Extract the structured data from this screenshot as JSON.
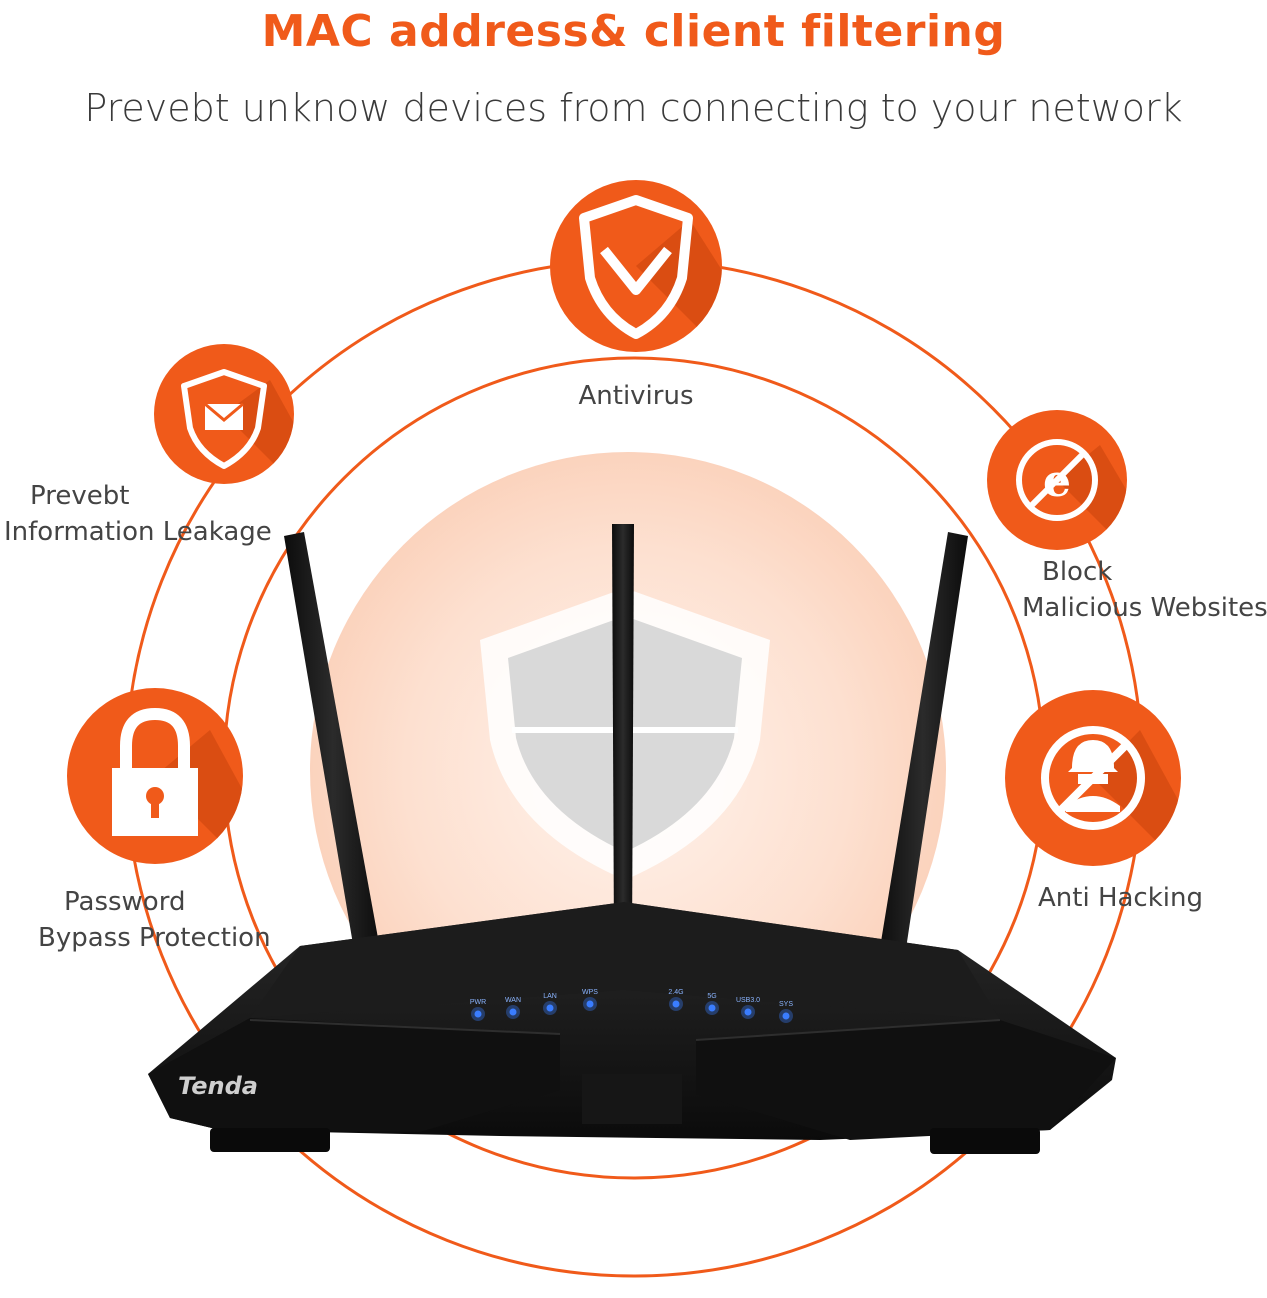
{
  "header": {
    "title": "MAC address& client filtering",
    "subtitle": "Prevebt unknow devices from connecting to your network"
  },
  "features": [
    {
      "id": "antivirus",
      "icon": "shield-check-icon",
      "lines": [
        "Antivirus"
      ]
    },
    {
      "id": "leakage",
      "icon": "mail-shield-icon",
      "lines": [
        "Prevebt",
        "Information Leakage"
      ]
    },
    {
      "id": "websites",
      "icon": "blocked-browser-icon",
      "lines": [
        "Block",
        "Malicious Websites"
      ]
    },
    {
      "id": "password",
      "icon": "padlock-icon",
      "lines": [
        "Password",
        "Bypass Protection"
      ]
    },
    {
      "id": "hacking",
      "icon": "blocked-hacker-icon",
      "lines": [
        "Anti Hacking"
      ]
    }
  ],
  "router": {
    "brand": "Tenda",
    "leds_left": [
      "PWR",
      "WAN",
      "LAN",
      "WPS"
    ],
    "leds_right": [
      "2.4G",
      "5G",
      "USB3.0",
      "SYS"
    ]
  },
  "colors": {
    "accent": "#f05a1a",
    "glow": "#fde3d6",
    "router_body": "#141414",
    "led": "#3a7dff"
  }
}
